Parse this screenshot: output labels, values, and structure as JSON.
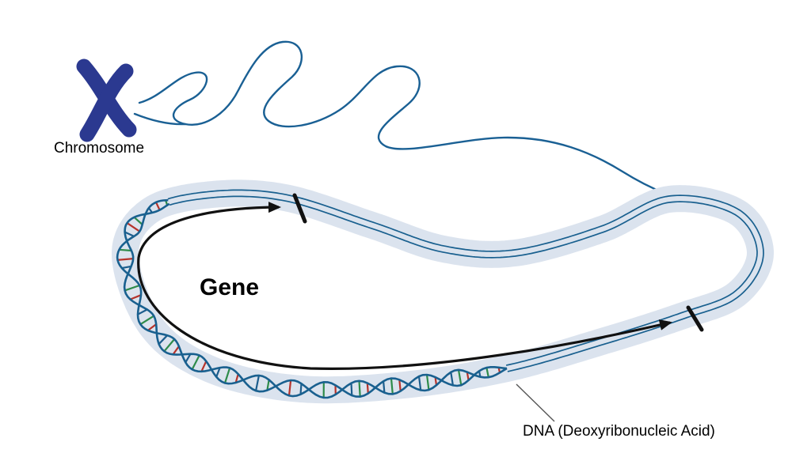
{
  "labels": {
    "chromosome": "Chromosome",
    "gene": "Gene",
    "dna": "DNA (Deoxyribonucleic Acid)"
  },
  "colors": {
    "background": "#ffffff",
    "chromosome": "#2b3990",
    "fiber": "#1a6094",
    "band": "#dbe3ee",
    "strand": "#19608f",
    "base_pairs": [
      "#b6332b",
      "#2e8b4a",
      "#1c5d8d"
    ],
    "arrow": "#111111",
    "text": "#000000",
    "leader": "#555555"
  },
  "diagram": {
    "type": "labeled-illustration",
    "parts": [
      {
        "id": "chromosome",
        "label": "Chromosome"
      },
      {
        "id": "gene",
        "label": "Gene",
        "annotation": "arc with arrowheads and end ticks marking a span of the DNA"
      },
      {
        "id": "dna",
        "label": "DNA (Deoxyribonucleic Acid)",
        "annotation": "leader line pointing to double helix"
      }
    ]
  }
}
